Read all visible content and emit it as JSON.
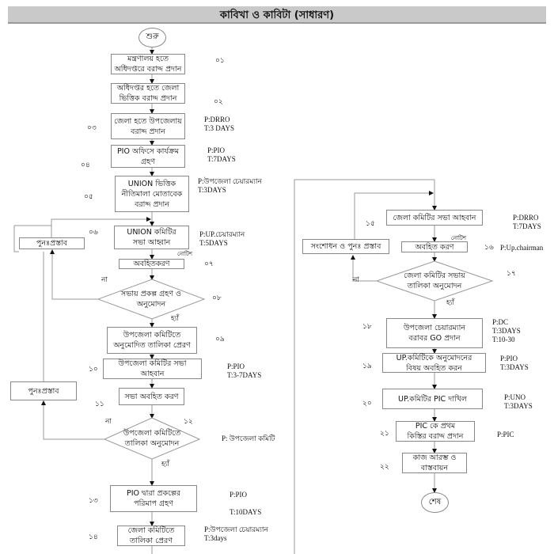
{
  "title": "কাবিখা ও কাবিটা (সাধারণ)",
  "start": "শুরু",
  "end": "শেষ",
  "steps": [
    {
      "num": "০১",
      "text": "মন্ত্রণালয় হতে\nঅধিদপ্তরে বরাদ্দ প্রদান",
      "info": ""
    },
    {
      "num": "০২",
      "text": "অধিদপ্তর  হতে জেলা\nভিত্তিক বরাদ্দ প্রদান",
      "info": ""
    },
    {
      "num": "০৩",
      "text": "জেলা হতে উপজেলায়\nবরাদ্দ প্রদান",
      "info": "P:DRRO\nT:3 DAYS"
    },
    {
      "num": "০৪",
      "text": "PIO অফিসে কার্যক্রম\nগ্রহণ",
      "info": "P:PIO\nT:7DAYS"
    },
    {
      "num": "০৫",
      "text": "UNION ভিত্তিক\nনীতিমালা মোতাবেক\nবরাদ্দ প্রদান",
      "info": "P:উপজেলা চেয়ারম্যান\nT:3DAYS"
    },
    {
      "num": "০৬",
      "text": "UNION কমিটির\nসভা আহ্বান",
      "info": "P:UP.চেয়ারম্যান\nT:5DAYS"
    },
    {
      "num": "০৭",
      "text": "অবহিতকরণ",
      "info": ""
    },
    {
      "num": "০৮",
      "text": "সভায় প্রকল্প গ্রহণ ও\nঅনুমোদন",
      "info": ""
    },
    {
      "num": "০৯",
      "text": "উপজেলা কমিটিতে\nঅনুমোদিত তালিকা প্রেরণ",
      "info": ""
    },
    {
      "num": "১০",
      "text": "উপজেলা কমিটির সভা\nআহবান",
      "info": "P:PIO\nT:3-7DAYS"
    },
    {
      "num": "১১",
      "text": "সভা অবহিত করণ",
      "info": ""
    },
    {
      "num": "১২",
      "text": "উপজেলা কমিটিতে\nতালিকা অনুমোদন",
      "info": "P: উপজেলা কমিটি"
    },
    {
      "num": "১৩",
      "text": "PIO  দ্বারা প্রকল্পের\nপরিমাপ গ্রহণ",
      "info": "P:PIO\n\nT:10DAYS"
    },
    {
      "num": "১৪",
      "text": "জেলা কমিটিতে\nতালিকা প্রেরণ",
      "info": "P:উপজেলা চেয়ারম্যান\nT:3days"
    },
    {
      "num": "১৫",
      "text": "জেলা কমিটির সভা আহবান",
      "info": "P:DRRO\nT:7DAYS"
    },
    {
      "num": "১৬",
      "text": "অবহিত করণ",
      "info": "P:Up.chairman"
    },
    {
      "num": "১৭",
      "text": "জেলা কমিটির সভায়\nতালিকা অনুমোদন",
      "info": ""
    },
    {
      "num": "১৮",
      "text": "উপজেলা চেয়ারম্যান\nবরাবর GO প্রদান",
      "info": "P:DC\nT:3DAYS\nT:10-30"
    },
    {
      "num": "১৯",
      "text": "UP.কমিটিকে অনুমোদনের\nবিষয় অবহিত করন",
      "info": "P:PIO\nT:3DAYS"
    },
    {
      "num": "২০",
      "text": "UP.কমিটির PIC দাখিল",
      "info": "P:UNO\nT:3DAYS"
    },
    {
      "num": "২১",
      "text": "PIC কে প্রথম\nকিস্তির বরাদ্দ প্রদান",
      "info": "P:PIC"
    },
    {
      "num": "২২",
      "text": "কাজ আরম্ভ ও\nবাস্তবায়ন",
      "info": ""
    }
  ],
  "side_boxes": {
    "reproposal_1": "পুনঃপ্রস্তাব",
    "reproposal_2": "পুনঃপ্রস্তাব",
    "revise": "সংশোধন ও  পুনঃ প্রস্তাব"
  },
  "labels": {
    "notice": "নোটিশ",
    "no": "না",
    "yes": "হ্যাঁ"
  }
}
